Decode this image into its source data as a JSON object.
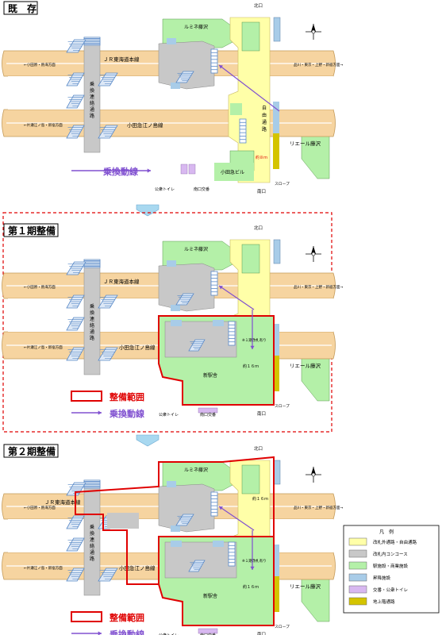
{
  "colors": {
    "track": "#f6d4a0",
    "track_edge": "#c49a58",
    "free_passage": "#ffffa8",
    "concourse": "#c8c8c8",
    "commercial": "#b4f0a8",
    "lift": "#a8cce8",
    "toilet": "#d8b8f0",
    "underground": "#d4c400",
    "stair": "#5a8ac8",
    "flow": "#8050d0",
    "red": "#e00000"
  },
  "sections": [
    {
      "title": "既　存"
    },
    {
      "title": "第１期整備"
    },
    {
      "title": "第２期整備"
    }
  ],
  "labels": {
    "north_exit": "北口",
    "south_exit": "南口",
    "lumine": "ルミネ藤沢",
    "jr_line": "ＪＲ東海道本線",
    "odakyu_line": "小田急江ノ島線",
    "transfer_passage": "乗換連絡通路",
    "free_passage": "自由通路",
    "ryal": "リエール藤沢",
    "odakyu_bldg": "小田急ビル",
    "toilet": "公衆トイレ",
    "koban": "南口交番",
    "slope": "スロープ",
    "flow_label": "乗換動線",
    "scope_label": "整備範囲",
    "west_jr": "←小田原・熱海方面",
    "east_jr": "品川・東京・上野・新宿方面→",
    "west_odakyu": "←片瀬江ノ島・新宿方面",
    "new_station": "新駅舎",
    "width_8m": "約８ｍ",
    "width_16m": "約１６ｍ",
    "gate_note": "※１期改札有り"
  },
  "legend": {
    "title": "凡　例",
    "items": [
      {
        "label": "改札外通路・自由通路",
        "color": "#ffffa8"
      },
      {
        "label": "改札内コンコース",
        "color": "#c8c8c8"
      },
      {
        "label": "駅施設・商業施設",
        "color": "#b4f0a8"
      },
      {
        "label": "昇降施設",
        "color": "#a8cce8"
      },
      {
        "label": "交番・公衆トイレ",
        "color": "#d8b8f0"
      },
      {
        "label": "地上階通路",
        "color": "#d4c400"
      }
    ]
  }
}
